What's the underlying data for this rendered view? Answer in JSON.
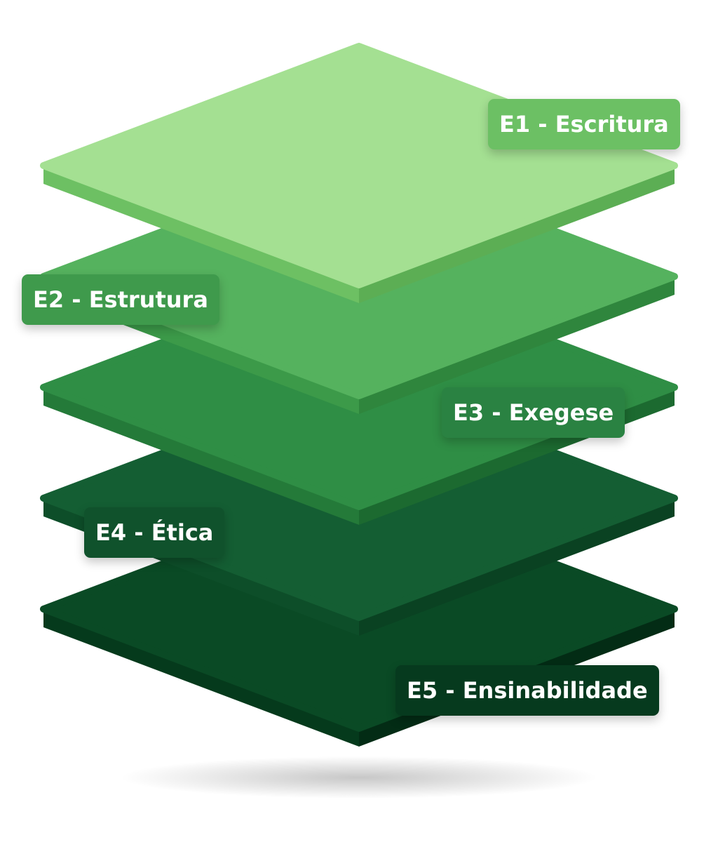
{
  "layers": [
    {
      "label": "E1 - Escritura",
      "top": "#a4e092",
      "side": "#6dc063",
      "side_dark": "#5cae54",
      "badge": "#6cc064"
    },
    {
      "label": "E2 - Estrutura",
      "top": "#55b25e",
      "side": "#3c9a49",
      "side_dark": "#2f863d",
      "badge": "#3f9a4c"
    },
    {
      "label": "E3 - Exegese",
      "top": "#2f8e45",
      "side": "#247a39",
      "side_dark": "#1c6a30",
      "badge": "#2a8242"
    },
    {
      "label": "E4 - Ética",
      "top": "#145e33",
      "side": "#0d4e29",
      "side_dark": "#0a4222",
      "badge": "#10522c"
    },
    {
      "label": "E5 - Ensinabilidade",
      "top": "#0a4a25",
      "side": "#053a1c",
      "side_dark": "#032c15",
      "badge": "#063a1e"
    }
  ]
}
